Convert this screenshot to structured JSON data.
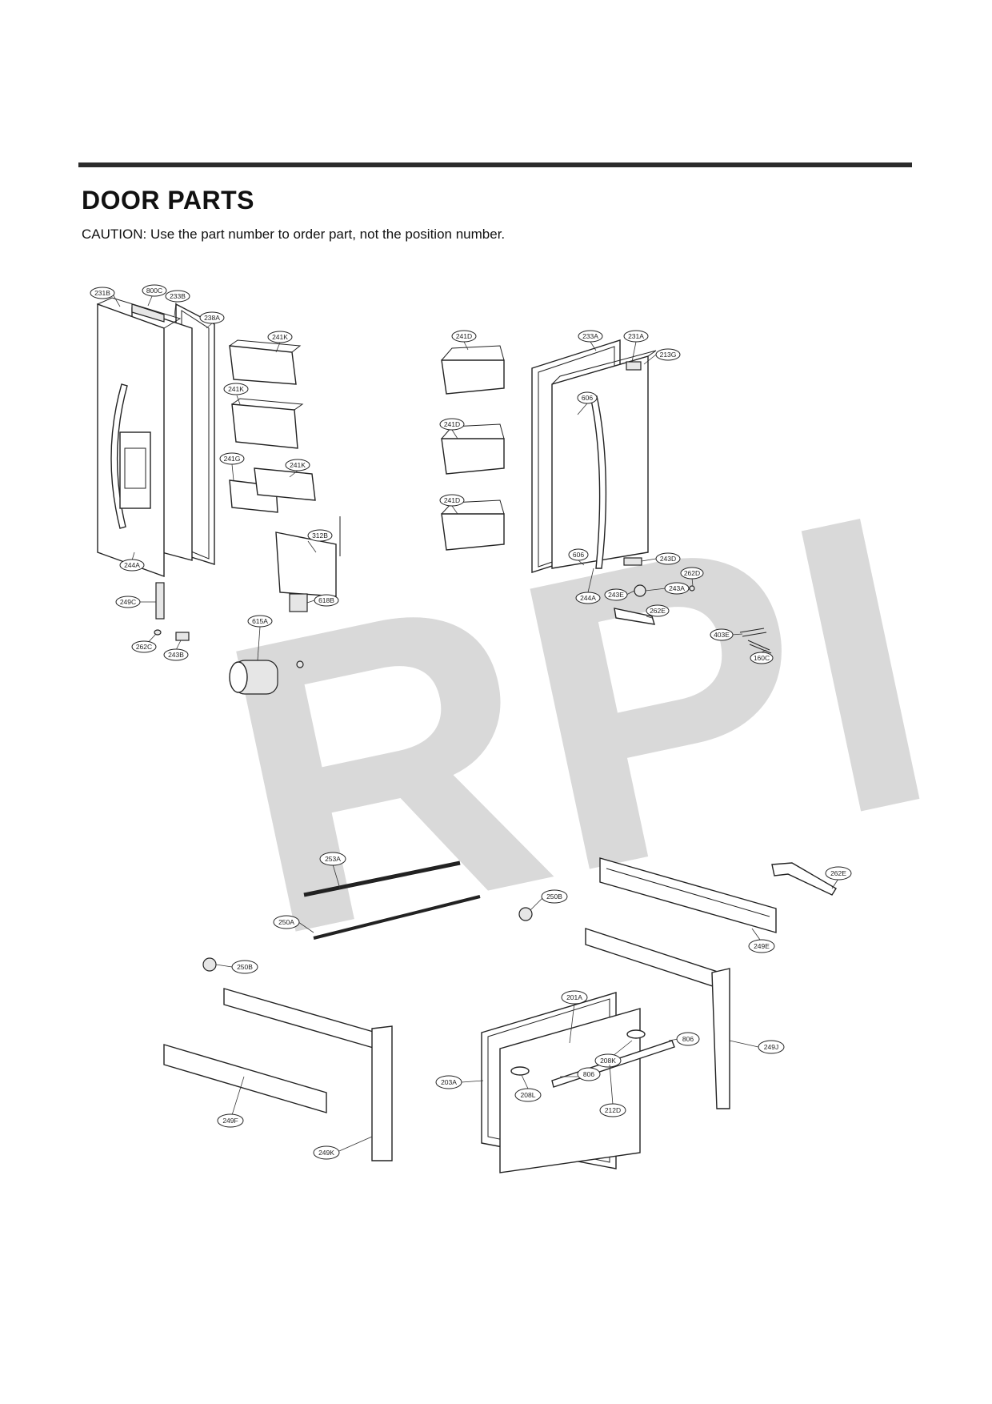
{
  "header": {
    "title": "DOOR PARTS",
    "caution": "CAUTION: Use the part number to order part, not the position number."
  },
  "watermark": {
    "text": "RPI",
    "color": "#d9d9d9"
  },
  "labels": {
    "l231B": "231B",
    "l800C": "800C",
    "l233B": "233B",
    "l238A": "238A",
    "l241K_1": "241K",
    "l241K_2": "241K",
    "l241G": "241G",
    "l241K_3": "241K",
    "l312B": "312B",
    "l244A_1": "244A",
    "l249C": "249C",
    "l262C": "262C",
    "l243B": "243B",
    "l615A": "615A",
    "l618B": "618B",
    "l241D_1": "241D",
    "l233A": "233A",
    "l231A": "231A",
    "l213G": "213G",
    "l606_1": "606",
    "l241D_2": "241D",
    "l241D_3": "241D",
    "l606_2": "606",
    "l243D": "243D",
    "l262D": "262D",
    "l244A_2": "244A",
    "l243E": "243E",
    "l243A": "243A",
    "l262E_1": "262E",
    "l403E": "403E",
    "l160C": "160C",
    "l253A": "253A",
    "l250A": "250A",
    "l250B_1": "250B",
    "l262E_2": "262E",
    "l249E": "249E",
    "l250B_2": "250B",
    "l201A": "201A",
    "l806_1": "806",
    "l249J": "249J",
    "l208K": "208K",
    "l806_2": "806",
    "l203A": "203A",
    "l208L": "208L",
    "l212D": "212D",
    "l249F": "249F",
    "l249K": "249K"
  }
}
